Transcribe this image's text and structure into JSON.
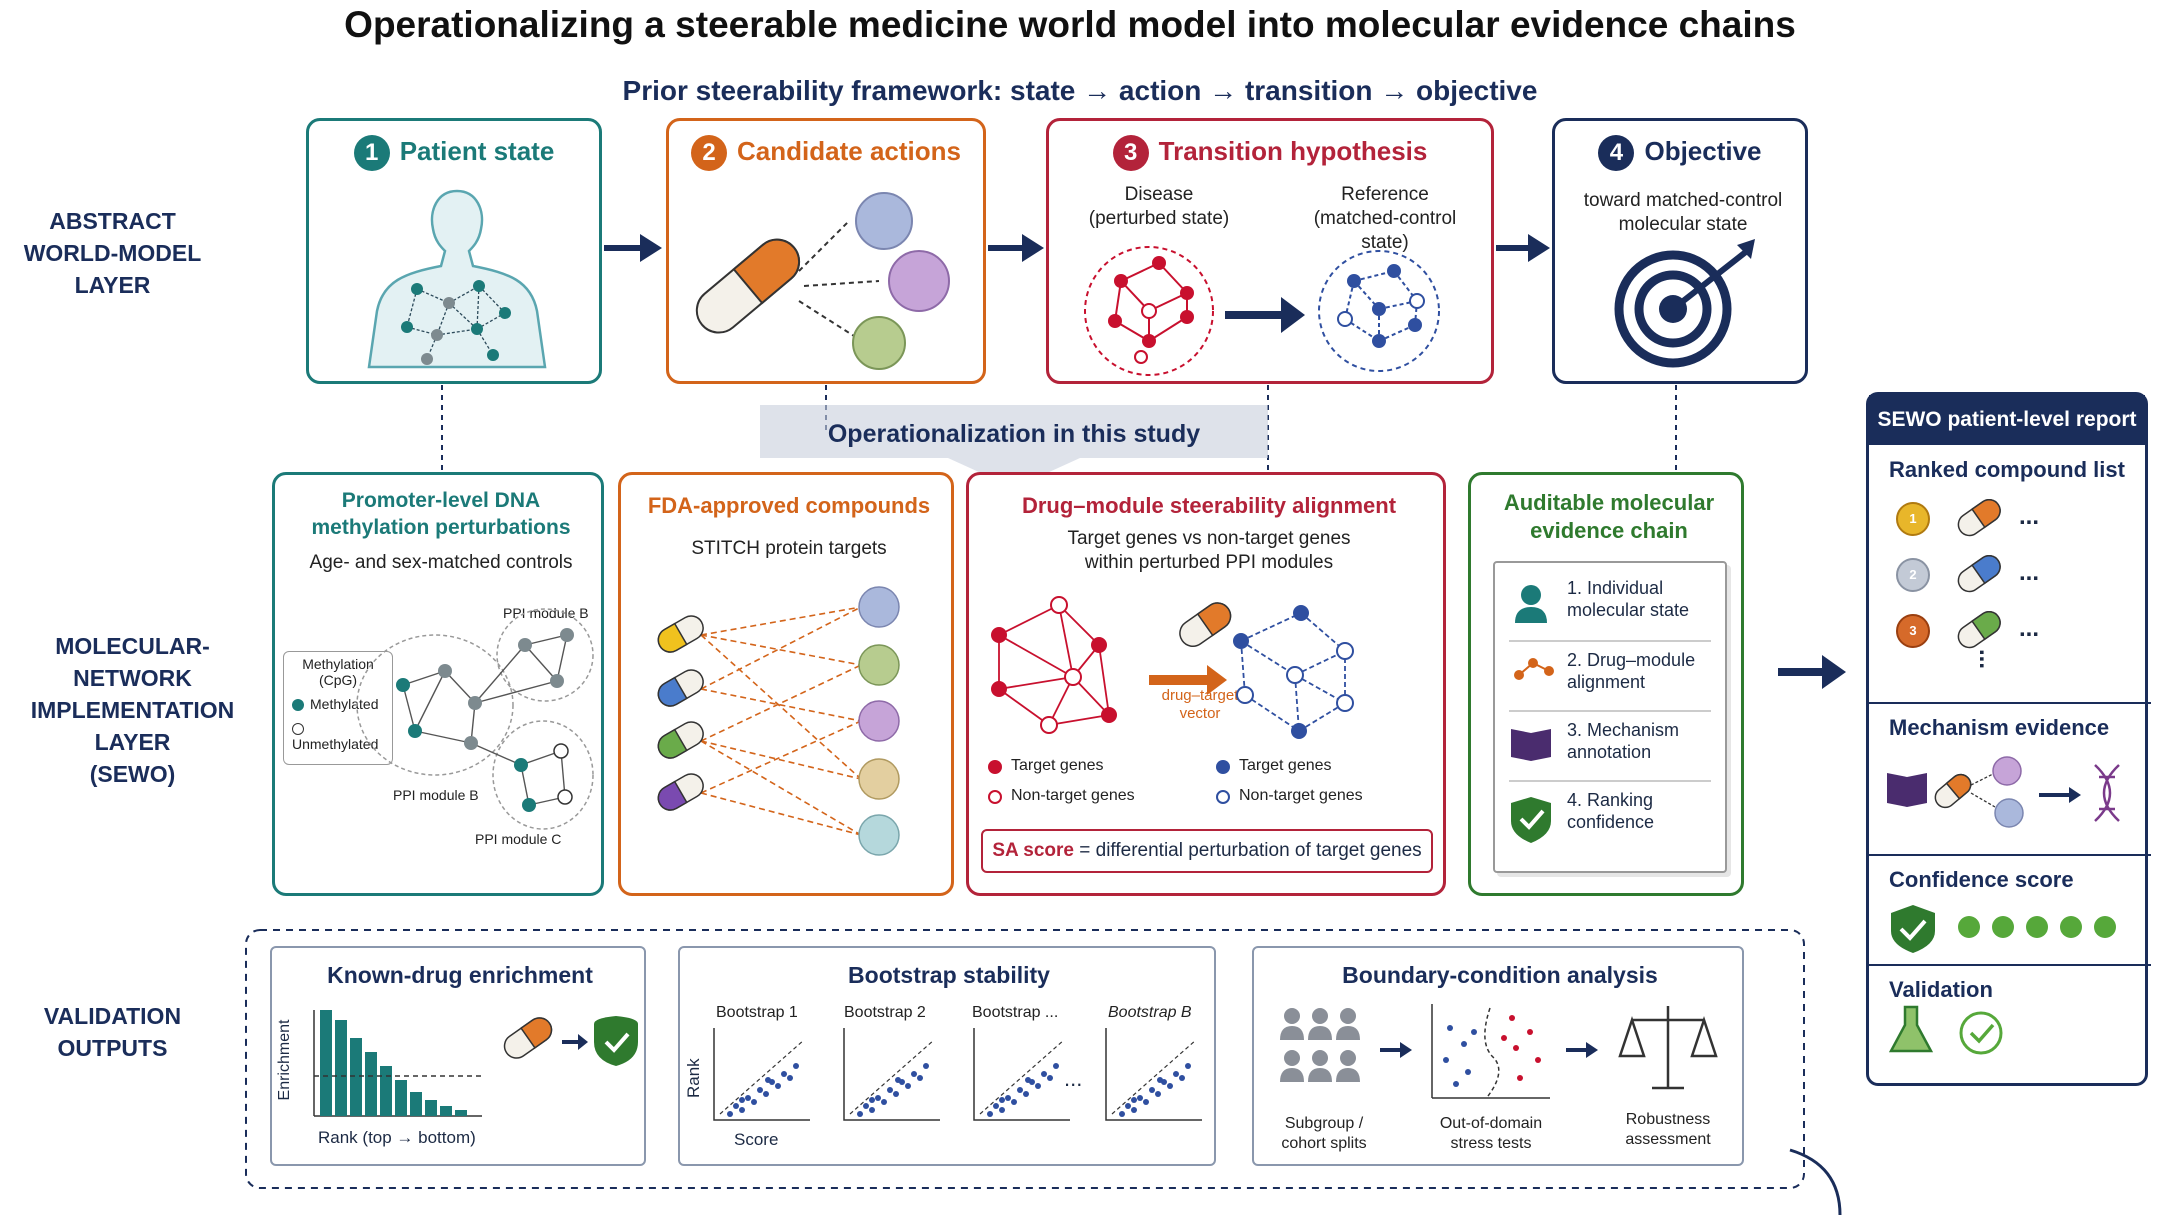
{
  "title": "Operationalizing a steerable medicine world model into molecular evidence chains",
  "subtitle": "Prior steerability framework: state → action → transition → objective",
  "layers": {
    "abstract": "ABSTRACT\nWORLD-MODEL\nLAYER",
    "molecular": "MOLECULAR-NETWORK\nIMPLEMENTATION LAYER\n(SEWO)",
    "validation": "VALIDATION\nOUTPUTS"
  },
  "top": {
    "patient": {
      "num": "1",
      "title": "Patient state"
    },
    "actions": {
      "num": "2",
      "title": "Candidate actions"
    },
    "transition": {
      "num": "3",
      "title": "Transition hypothesis",
      "disease": "Disease\n(perturbed state)",
      "reference": "Reference\n(matched-control\nstate)"
    },
    "objective": {
      "num": "4",
      "title": "Objective",
      "desc": "toward matched-control\nmolecular state"
    }
  },
  "operationalization": "Operationalization in this study",
  "mid": {
    "methylation": {
      "title": "Promoter-level DNA\nmethylation perturbations",
      "sub": "Age- and sex-matched controls",
      "legend_title": "Methylation\n(CpG)",
      "legend_methylated": "Methylated",
      "legend_unmethylated": "Unmethylated",
      "module_b_top": "PPI module B",
      "module_b": "PPI module B",
      "module_c": "PPI module C"
    },
    "compounds": {
      "title": "FDA-approved compounds",
      "sub": "STITCH protein targets"
    },
    "alignment": {
      "title": "Drug–module steerability alignment",
      "sub": "Target genes vs non-target genes\nwithin perturbed PPI modules",
      "vector": "drug–target\nvector",
      "target_genes_left": "Target genes",
      "nontarget_left": "Non-target genes",
      "target_genes_right": "Target genes",
      "nontarget_right": "Non-target genes",
      "sa_label": "SA score",
      "sa_eq": "= differential perturbation of target genes"
    },
    "evidence": {
      "title": "Auditable molecular\nevidence chain",
      "items": [
        "1. Individual\nmolecular state",
        "2. Drug–module\nalignment",
        "3. Mechanism\nannotation",
        "4. Ranking\nconfidence"
      ]
    }
  },
  "report": {
    "header": "SEWO patient-level report",
    "ranked": "Ranked compound list",
    "ranks": [
      "1",
      "2",
      "3"
    ],
    "ellipsis": "...",
    "mechanism": "Mechanism evidence",
    "confidence": "Confidence score",
    "validation": "Validation"
  },
  "validation": {
    "known": {
      "title": "Known-drug enrichment",
      "ylabel": "Enrichment",
      "xlabel": "Rank (top → bottom)"
    },
    "bootstrap": {
      "title": "Bootstrap stability",
      "panels": [
        "Bootstrap 1",
        "Bootstrap 2",
        "Bootstrap ...",
        "Bootstrap B"
      ],
      "ylabel": "Rank",
      "xlabel": "Score",
      "dots": "..."
    },
    "boundary": {
      "title": "Boundary-condition analysis",
      "labels": [
        "Subgroup /\ncohort splits",
        "Out-of-domain\nstress tests",
        "Robustness\nassessment"
      ]
    }
  },
  "colors": {
    "teal": "#1b7a78",
    "orange": "#d3641a",
    "crimson": "#b3233a",
    "navy": "#1a2d5a",
    "green": "#2f7a2e",
    "red_node": "#c8102e",
    "blue_node": "#2f4fa0"
  }
}
